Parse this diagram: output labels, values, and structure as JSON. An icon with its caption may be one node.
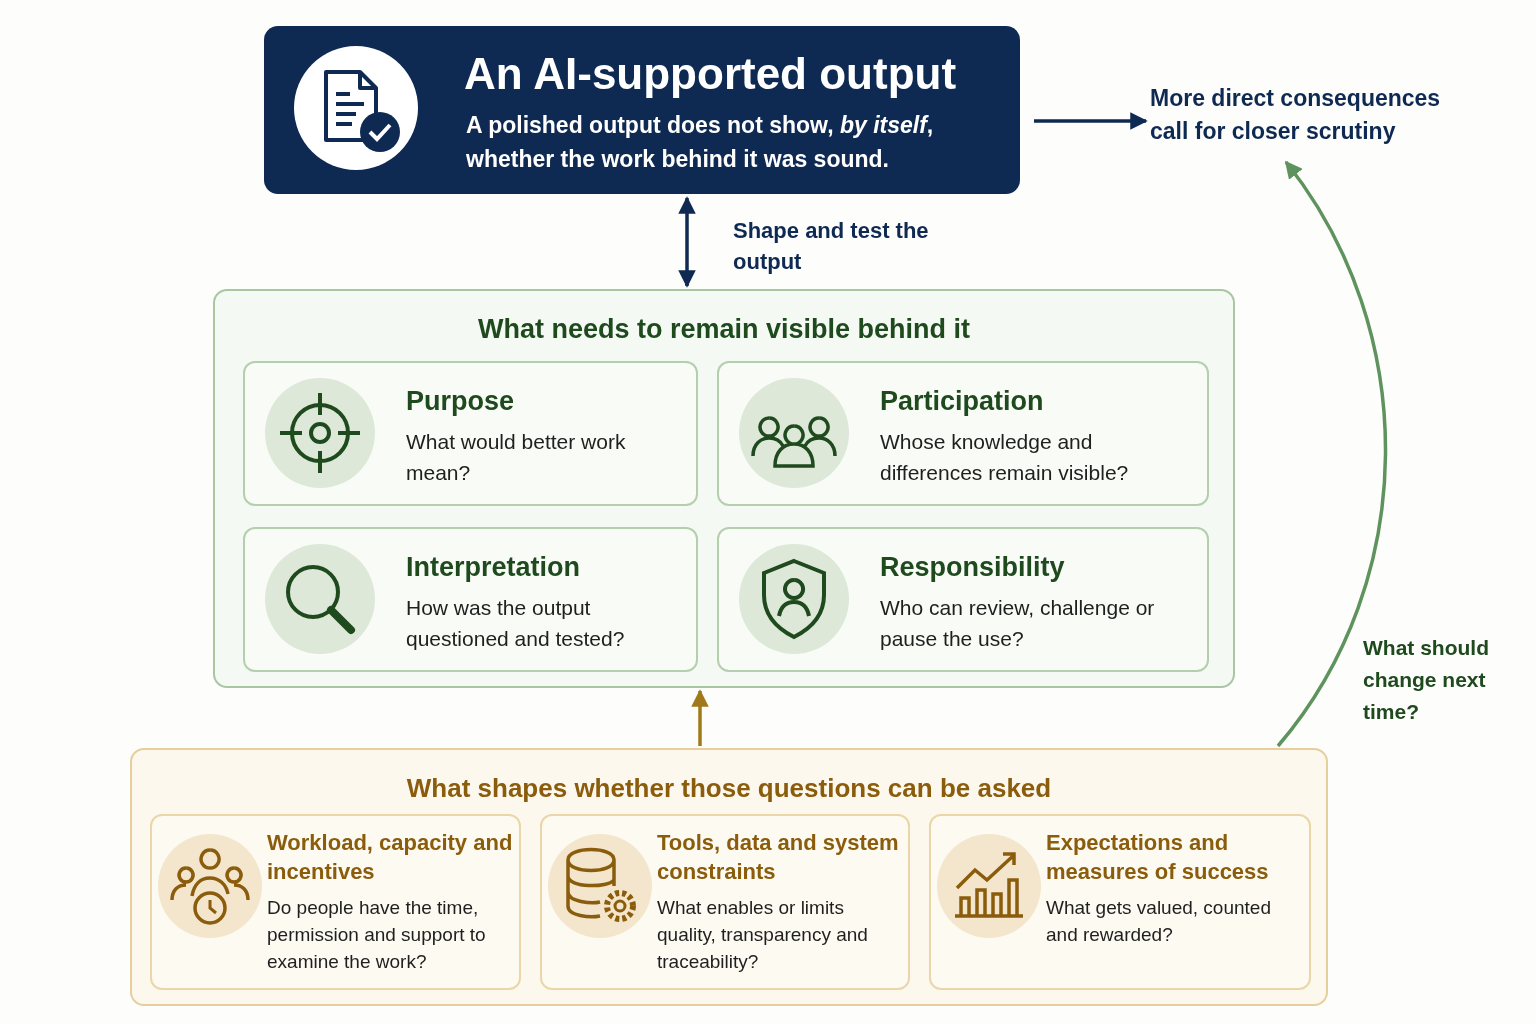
{
  "diagram": {
    "nodes": [
      {
        "text": [
          "An AI-supported output",
          "A polished output does not show, *by itself*, whether the work behind it was sound."
        ]
      },
      {
        "text": [
          "More direct consequences call for closer scrutiny"
        ]
      },
      {
        "text": [
          "What needs to remain visible behind it"
        ]
      },
      {
        "text": [
          "Purpose",
          "What would better work mean?"
        ],
        "in": 2
      },
      {
        "text": [
          "Participation",
          "Whose knowledge and differences remain visible?"
        ],
        "in": 2
      },
      {
        "text": [
          "Interpretation",
          "How was the output questioned and tested?"
        ],
        "in": 2
      },
      {
        "text": [
          "Responsibility",
          "Who can review, challenge or pause the use?"
        ],
        "in": 2
      },
      {
        "text": [
          "What shapes whether those questions can be asked"
        ]
      },
      {
        "text": [
          "Workload, capacity and incentives",
          "Do people have the time, permission and support to examine the work?"
        ],
        "in": 7
      },
      {
        "text": [
          "Tools, data and system constraints",
          "What enables or limits quality, transparency and traceability?"
        ],
        "in": 7
      },
      {
        "text": [
          "Expectations and measures of success",
          "What gets valued, counted and rewarded?"
        ],
        "in": 7
      }
    ],
    "edges": [
      {
        "from": 0,
        "to": 1,
        "arrow": "to"
      },
      {
        "from": 0,
        "to": 2,
        "arrow": "both",
        "label": "Shape and test the output"
      },
      {
        "from": 7,
        "to": 2,
        "arrow": "to",
        "color": "#a07a1a"
      },
      {
        "from": 7,
        "to": 1,
        "arrow": "to",
        "label": "What should change next time?",
        "color": "#5e935e"
      }
    ]
  }
}
